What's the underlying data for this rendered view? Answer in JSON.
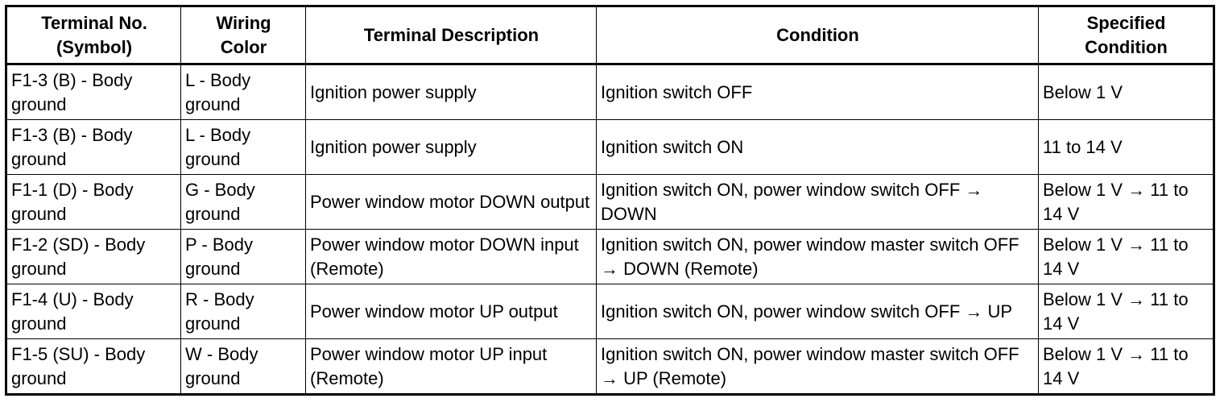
{
  "table": {
    "headers": [
      "Terminal No.\n(Symbol)",
      "Wiring\nColor",
      "Terminal Description",
      "Condition",
      "Specified\nCondition"
    ],
    "rows": [
      {
        "terminal": "F1-3 (B) - Body ground",
        "wiring": "L - Body ground",
        "description": "Ignition power supply",
        "condition": "Ignition switch OFF",
        "specified": "Below 1 V"
      },
      {
        "terminal": "F1-3 (B) - Body ground",
        "wiring": "L - Body ground",
        "description": "Ignition power supply",
        "condition": "Ignition switch ON",
        "specified": "11 to 14 V"
      },
      {
        "terminal": "F1-1 (D) - Body ground",
        "wiring": "G - Body ground",
        "description": "Power window motor DOWN output",
        "condition": "Ignition switch ON, power window switch OFF → DOWN",
        "specified": "Below 1 V → 11 to 14 V"
      },
      {
        "terminal": "F1-2 (SD) - Body ground",
        "wiring": "P - Body ground",
        "description": "Power window motor DOWN input (Remote)",
        "condition": "Ignition switch ON, power window master switch OFF → DOWN (Remote)",
        "specified": "Below 1 V → 11 to 14 V"
      },
      {
        "terminal": "F1-4 (U) - Body ground",
        "wiring": "R - Body ground",
        "description": "Power window motor UP output",
        "condition": "Ignition switch ON, power window switch OFF → UP",
        "specified": "Below 1 V → 11 to 14 V"
      },
      {
        "terminal": "F1-5 (SU) - Body ground",
        "wiring": "W - Body ground",
        "description": "Power window motor UP input (Remote)",
        "condition": "Ignition switch ON, power window master switch OFF → UP (Remote)",
        "specified": "Below 1 V → 11 to 14 V"
      }
    ]
  }
}
